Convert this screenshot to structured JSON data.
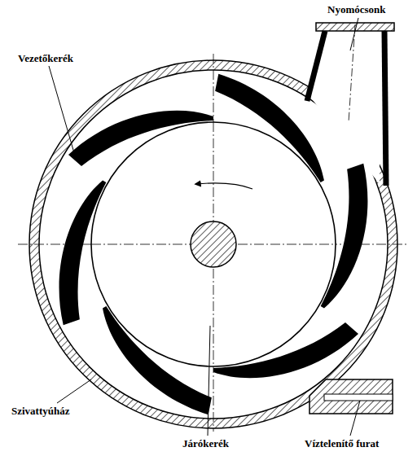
{
  "diagram": {
    "labels": [
      "Nyomócsonk",
      "Vezetőkerék",
      "Szivattyúház",
      "Járókerék",
      "Víztelenítő furat"
    ]
  }
}
